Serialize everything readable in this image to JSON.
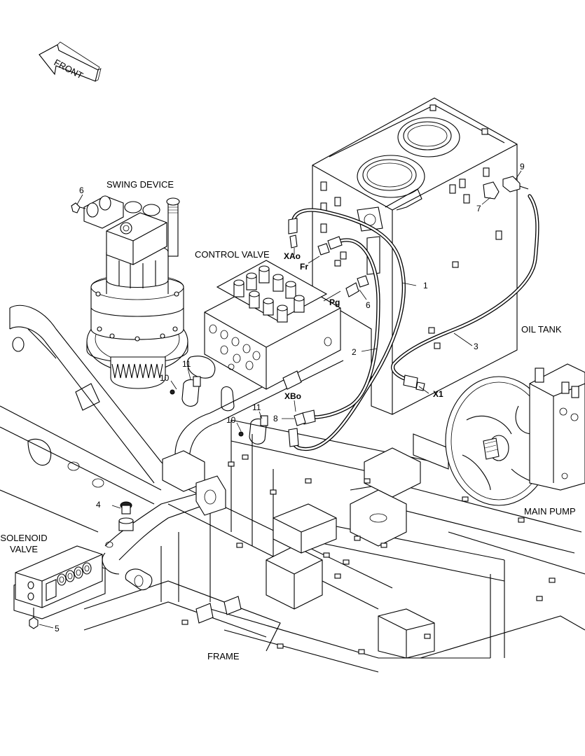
{
  "orientation_label": "FRONT",
  "components": {
    "swing_device": "SWING DEVICE",
    "control_valve": "CONTROL VALVE",
    "oil_tank": "OIL TANK",
    "main_pump": "MAIN PUMP",
    "solenoid_valve_line1": "SOLENOID",
    "solenoid_valve_line2": "VALVE",
    "frame": "FRAME"
  },
  "ports": {
    "xao": "XAo",
    "fr": "Fr",
    "pg": "Pg",
    "xbo": "XBo",
    "x1": "X1"
  },
  "callouts": {
    "c1": "1",
    "c2": "2",
    "c3": "3",
    "c4": "4",
    "c5": "5",
    "c6_swing": "6",
    "c6_valve": "6",
    "c7": "7",
    "c8": "8",
    "c9": "9",
    "c10_upper": "10",
    "c10_lower": "10",
    "c11_upper": "11",
    "c11_lower": "11"
  },
  "icons": {
    "front_arrow": "arrow-left-icon"
  }
}
